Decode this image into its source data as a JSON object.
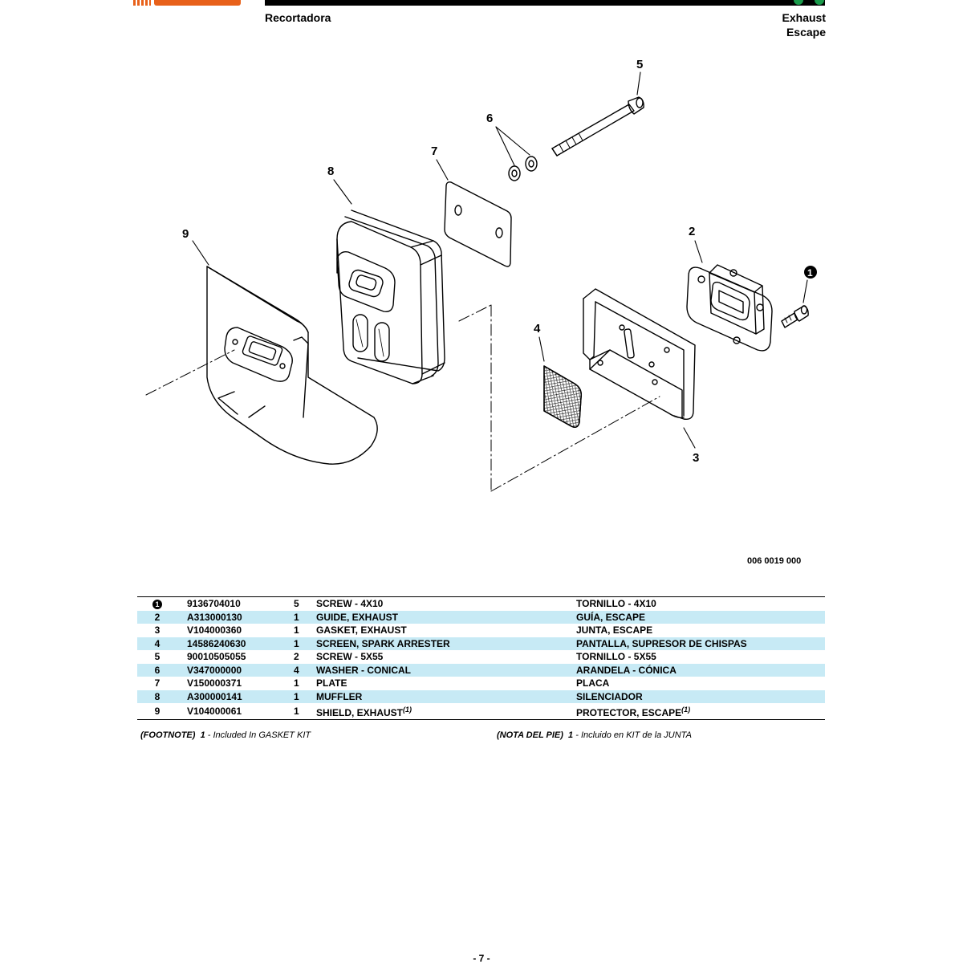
{
  "header": {
    "left_title": "Recortadora",
    "right_title_en": "Exhaust",
    "right_title_es": "Escape"
  },
  "colors": {
    "brand_orange": "#e8611a",
    "brand_green": "#1a9b4b",
    "row_shade": "#c7eaf5"
  },
  "diagram": {
    "figure_code": "006 0019 000",
    "callouts": [
      "5",
      "6",
      "7",
      "8",
      "9",
      "2",
      "1",
      "4",
      "3"
    ]
  },
  "parts": [
    {
      "ref": "1",
      "part": "9136704010",
      "qty": "5",
      "desc_en": "SCREW - 4X10",
      "desc_es": "TORNILLO - 4X10"
    },
    {
      "ref": "2",
      "part": "A313000130",
      "qty": "1",
      "desc_en": "GUIDE, EXHAUST",
      "desc_es": "GUÍA, ESCAPE"
    },
    {
      "ref": "3",
      "part": "V104000360",
      "qty": "1",
      "desc_en": "GASKET, EXHAUST",
      "desc_es": "JUNTA, ESCAPE"
    },
    {
      "ref": "4",
      "part": "14586240630",
      "qty": "1",
      "desc_en": "SCREEN, SPARK ARRESTER",
      "desc_es": "PANTALLA, SUPRESOR DE CHISPAS"
    },
    {
      "ref": "5",
      "part": "90010505055",
      "qty": "2",
      "desc_en": "SCREW - 5X55",
      "desc_es": "TORNILLO - 5X55"
    },
    {
      "ref": "6",
      "part": "V347000000",
      "qty": "4",
      "desc_en": "WASHER - CONICAL",
      "desc_es": "ARANDELA - CÓNICA"
    },
    {
      "ref": "7",
      "part": "V150000371",
      "qty": "1",
      "desc_en": "PLATE",
      "desc_es": "PLACA"
    },
    {
      "ref": "8",
      "part": "A300000141",
      "qty": "1",
      "desc_en": "MUFFLER",
      "desc_es": "SILENCIADOR"
    },
    {
      "ref": "9",
      "part": "V104000061",
      "qty": "1",
      "desc_en": "SHIELD, EXHAUST",
      "desc_es": "PROTECTOR, ESCAPE",
      "footnote": "(1)"
    }
  ],
  "footnotes": {
    "en_label": "(FOOTNOTE)",
    "en_num": "1",
    "en_text": " - Included In GASKET KIT",
    "es_label": "(NOTA DEL PIE)",
    "es_num": "1",
    "es_text": " - Incluido en KIT de la JUNTA"
  },
  "page_number": "- 7 -"
}
